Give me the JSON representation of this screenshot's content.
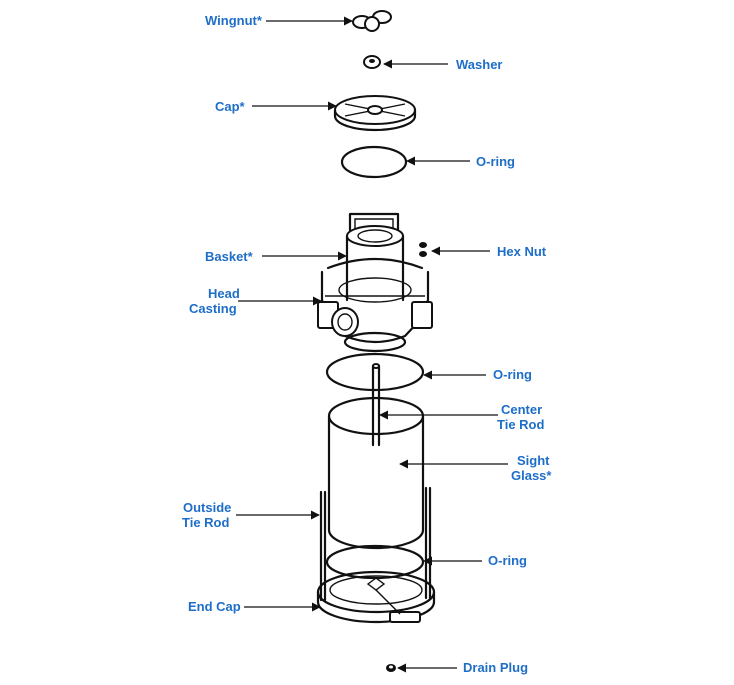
{
  "labels": {
    "wingnut": "Wingnut*",
    "washer": "Washer",
    "cap": "Cap*",
    "oring_top": "O-ring",
    "basket": "Basket*",
    "hex_nut": "Hex Nut",
    "head_casting_1": "Head",
    "head_casting_2": "Casting",
    "oring_mid": "O-ring",
    "center_tie_rod_1": "Center",
    "center_tie_rod_2": "Tie Rod",
    "sight_glass_1": "Sight",
    "sight_glass_2": "Glass*",
    "outside_tie_rod_1": "Outside",
    "outside_tie_rod_2": "Tie Rod",
    "oring_bottom": "O-ring",
    "end_cap": "End Cap",
    "drain_plug": "Drain Plug"
  },
  "colors": {
    "label": "#1e6ec8",
    "line": "#111111"
  }
}
